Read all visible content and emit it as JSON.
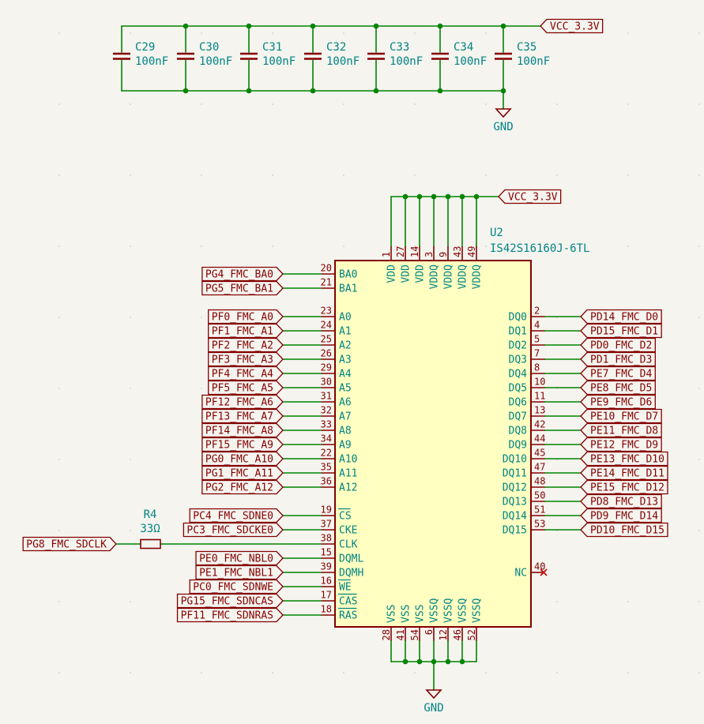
{
  "colors": {
    "background": "#F5F4EF",
    "wire": "#008400",
    "component_outline": "#840000",
    "component_fill": "#FFFFC2",
    "pin_number": "#840000",
    "pin_name": "#008484",
    "field_text": "#008484",
    "label_text": "#840000",
    "no_connect": "#C00000",
    "grid_dot": "#CFCFC8"
  },
  "decoupling_bank": {
    "capacitors": [
      {
        "ref": "C29",
        "value": "100nF"
      },
      {
        "ref": "C30",
        "value": "100nF"
      },
      {
        "ref": "C31",
        "value": "100nF"
      },
      {
        "ref": "C32",
        "value": "100nF"
      },
      {
        "ref": "C33",
        "value": "100nF"
      },
      {
        "ref": "C34",
        "value": "100nF"
      },
      {
        "ref": "C35",
        "value": "100nF"
      }
    ],
    "power_label": "VCC_3.3V",
    "ground_label": "GND"
  },
  "sdram": {
    "ref": "U2",
    "part": "IS42S16160J-6TL",
    "power_label": "VCC_3.3V",
    "ground_label": "GND",
    "series_resistor": {
      "ref": "R4",
      "value": "33Ω"
    },
    "top_pins": [
      {
        "num": "1",
        "name": "VDD"
      },
      {
        "num": "27",
        "name": "VDD"
      },
      {
        "num": "14",
        "name": "VDD"
      },
      {
        "num": "3",
        "name": "VDDQ"
      },
      {
        "num": "9",
        "name": "VDDQ"
      },
      {
        "num": "43",
        "name": "VDDQ"
      },
      {
        "num": "49",
        "name": "VDDQ"
      }
    ],
    "bottom_pins": [
      {
        "num": "28",
        "name": "VSS"
      },
      {
        "num": "41",
        "name": "VSS"
      },
      {
        "num": "54",
        "name": "VSS"
      },
      {
        "num": "6",
        "name": "VSSQ"
      },
      {
        "num": "12",
        "name": "VSSQ"
      },
      {
        "num": "46",
        "name": "VSSQ"
      },
      {
        "num": "52",
        "name": "VSSQ"
      }
    ],
    "left_pins": [
      {
        "num": "20",
        "name": "BA0",
        "label": "PG4_FMC_BA0"
      },
      {
        "num": "21",
        "name": "BA1",
        "label": "PG5_FMC_BA1"
      },
      {
        "num": "23",
        "name": "A0",
        "label": "PF0_FMC_A0",
        "skip": 1
      },
      {
        "num": "24",
        "name": "A1",
        "label": "PF1_FMC_A1"
      },
      {
        "num": "25",
        "name": "A2",
        "label": "PF2_FMC_A2"
      },
      {
        "num": "26",
        "name": "A3",
        "label": "PF3_FMC_A3"
      },
      {
        "num": "29",
        "name": "A4",
        "label": "PF4_FMC_A4"
      },
      {
        "num": "30",
        "name": "A5",
        "label": "PF5_FMC_A5"
      },
      {
        "num": "31",
        "name": "A6",
        "label": "PF12_FMC_A6"
      },
      {
        "num": "32",
        "name": "A7",
        "label": "PF13_FMC_A7"
      },
      {
        "num": "33",
        "name": "A8",
        "label": "PF14_FMC_A8"
      },
      {
        "num": "34",
        "name": "A9",
        "label": "PF15_FMC_A9"
      },
      {
        "num": "22",
        "name": "A10",
        "label": "PG0_FMC_A10"
      },
      {
        "num": "35",
        "name": "A11",
        "label": "PG1_FMC_A11"
      },
      {
        "num": "36",
        "name": "A12",
        "label": "PG2_FMC_A12"
      },
      {
        "num": "19",
        "name": "CS",
        "label": "PC4_FMC_SDNE0",
        "overline": true,
        "skip": 1
      },
      {
        "num": "37",
        "name": "CKE",
        "label": "PC3_FMC_SDCKE0"
      },
      {
        "num": "38",
        "name": "CLK",
        "label": "PG8_FMC_SDCLK",
        "via_resistor": true
      },
      {
        "num": "15",
        "name": "DQML",
        "label": "PE0_FMC_NBL0"
      },
      {
        "num": "39",
        "name": "DQMH",
        "label": "PE1_FMC_NBL1"
      },
      {
        "num": "16",
        "name": "WE",
        "label": "PC0_FMC_SDNWE",
        "overline": true
      },
      {
        "num": "17",
        "name": "CAS",
        "label": "PG15_FMC_SDNCAS",
        "overline": true
      },
      {
        "num": "18",
        "name": "RAS",
        "label": "PF11_FMC_SDNRAS",
        "overline": true
      }
    ],
    "right_pins": [
      {
        "num": "2",
        "name": "DQ0",
        "label": "PD14_FMC_D0"
      },
      {
        "num": "4",
        "name": "DQ1",
        "label": "PD15_FMC_D1"
      },
      {
        "num": "5",
        "name": "DQ2",
        "label": "PD0_FMC_D2"
      },
      {
        "num": "7",
        "name": "DQ3",
        "label": "PD1_FMC_D3"
      },
      {
        "num": "8",
        "name": "DQ4",
        "label": "PE7_FMC_D4"
      },
      {
        "num": "10",
        "name": "DQ5",
        "label": "PE8_FMC_D5"
      },
      {
        "num": "11",
        "name": "DQ6",
        "label": "PE9_FMC_D6"
      },
      {
        "num": "13",
        "name": "DQ7",
        "label": "PE10_FMC_D7"
      },
      {
        "num": "42",
        "name": "DQ8",
        "label": "PE11_FMC_D8"
      },
      {
        "num": "44",
        "name": "DQ9",
        "label": "PE12_FMC_D9"
      },
      {
        "num": "45",
        "name": "DQ10",
        "label": "PE13_FMC_D10"
      },
      {
        "num": "47",
        "name": "DQ11",
        "label": "PE14_FMC_D11"
      },
      {
        "num": "48",
        "name": "DQ12",
        "label": "PE15_FMC_D12"
      },
      {
        "num": "50",
        "name": "DQ13",
        "label": "PD8_FMC_D13"
      },
      {
        "num": "51",
        "name": "DQ14",
        "label": "PD9_FMC_D14"
      },
      {
        "num": "53",
        "name": "DQ15",
        "label": "PD10_FMC_D15"
      }
    ],
    "nc_pin": {
      "num": "40",
      "name": "NC"
    }
  }
}
